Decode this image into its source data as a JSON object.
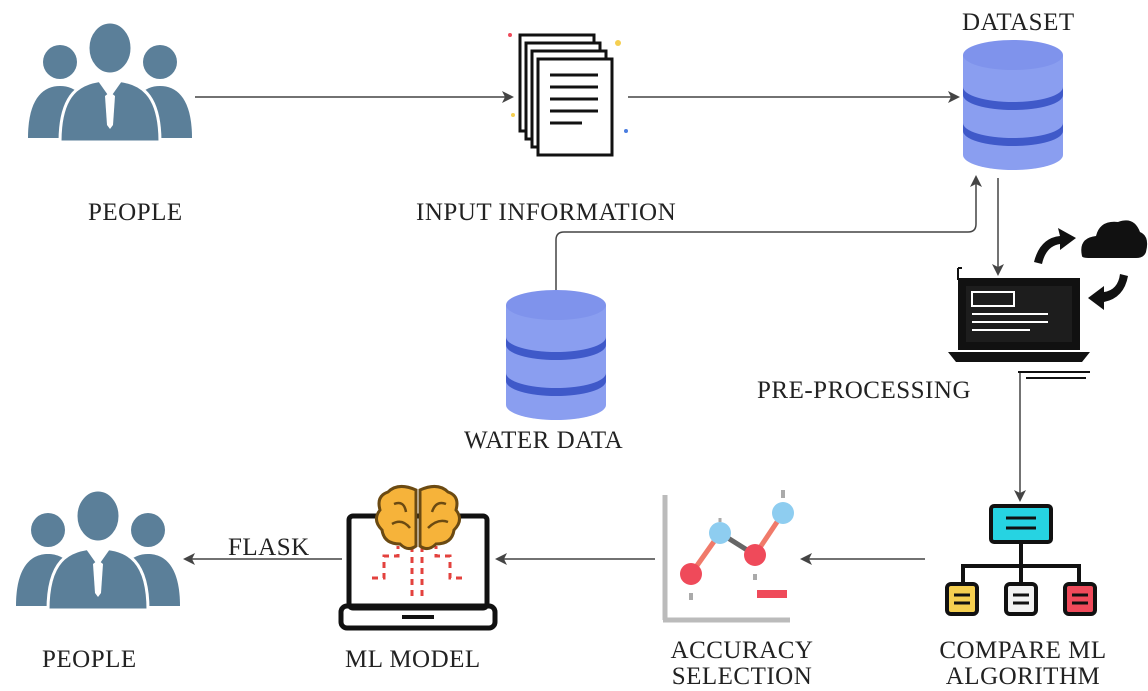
{
  "labels": {
    "people_top": "PEOPLE",
    "input_information": "INPUT INFORMATION",
    "dataset": "DATASET",
    "water_data": "WATER DATA",
    "pre_processing": "PRE-PROCESSING",
    "people_bottom": "PEOPLE",
    "flask": "FLASK",
    "ml_model": "ML MODEL",
    "accuracy_line1": "ACCURACY",
    "accuracy_line2": "SELECTION",
    "compare_line1": "COMPARE ML",
    "compare_line2": "ALGORITHM"
  },
  "icons": {
    "people": "people-group-icon",
    "documents": "documents-icon",
    "database": "database-icon",
    "laptop": "laptop-icon",
    "cloud": "cloud-icon",
    "brain": "brain-icon",
    "chart": "line-chart-icon",
    "hierarchy": "hierarchy-icon"
  },
  "colors": {
    "people": "#5b7f99",
    "database_light": "#8a9ef0",
    "database_dark": "#3f59c9",
    "connector": "#444444",
    "brain": "#f6b33a",
    "chart_red": "#ef4a5a",
    "chart_blue": "#8ecdf0",
    "hierarchy_cyan": "#26d3e2",
    "hierarchy_yellow": "#f5cf50",
    "hierarchy_red": "#ef4a5a"
  }
}
